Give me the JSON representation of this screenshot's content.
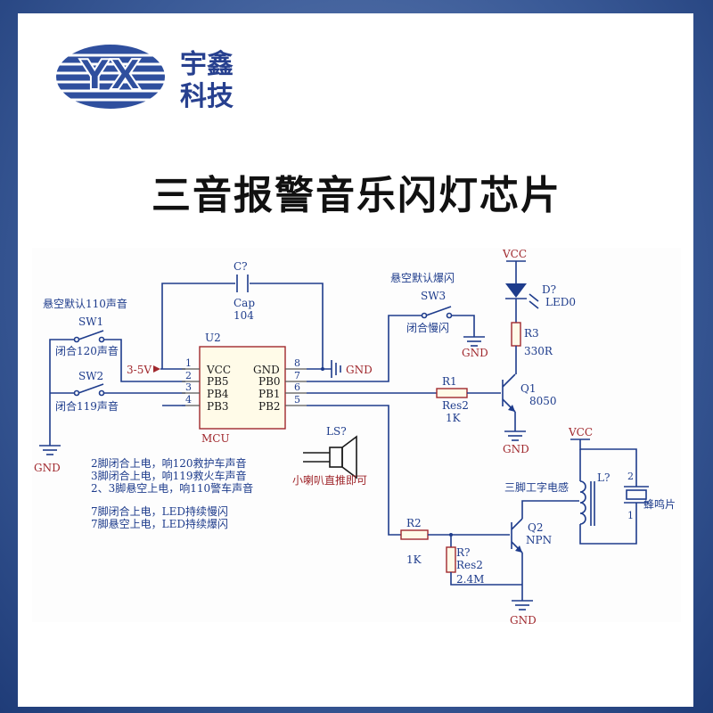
{
  "header": {
    "logo_letters": "YX",
    "brand_line1": "宇鑫",
    "brand_line2": "科技",
    "title": "三音报警音乐闪灯芯片"
  },
  "schematic": {
    "left_note": "悬空默认110声音",
    "sw1": {
      "ref": "SW1",
      "label": "闭合120声音"
    },
    "sw2": {
      "ref": "SW2",
      "label": "闭合119声音"
    },
    "sw3": {
      "ref": "SW3",
      "label": "闭合慢闪",
      "note": "悬空默认爆闪"
    },
    "supply_label": "3-5V",
    "cap": {
      "ref": "C?",
      "type": "Cap",
      "value": "104"
    },
    "mcu": {
      "ref": "U2",
      "name": "MCU",
      "left_pins": [
        {
          "num": "1",
          "name": "VCC"
        },
        {
          "num": "2",
          "name": "PB5"
        },
        {
          "num": "3",
          "name": "PB4"
        },
        {
          "num": "4",
          "name": "PB3"
        }
      ],
      "right_pins": [
        {
          "num": "8",
          "name": "GND"
        },
        {
          "num": "7",
          "name": "PB0"
        },
        {
          "num": "6",
          "name": "PB1"
        },
        {
          "num": "5",
          "name": "PB2"
        }
      ]
    },
    "gnd_label": "GND",
    "vcc_label": "VCC",
    "led": {
      "ref": "D?",
      "value": "LED0"
    },
    "r3": {
      "ref": "R3",
      "value": "330R"
    },
    "r1": {
      "ref": "R1",
      "type": "Res2",
      "value": "1K"
    },
    "q1": {
      "ref": "Q1",
      "value": "8050"
    },
    "speaker": {
      "ref": "LS?",
      "note": "小喇叭直推即可"
    },
    "r2": {
      "ref": "R2",
      "value": "1K"
    },
    "r_bias": {
      "ref": "R?",
      "type": "Res2",
      "value": "2.4M"
    },
    "q2": {
      "ref": "Q2",
      "value": "NPN"
    },
    "inductor": {
      "ref": "L?",
      "note": "三脚工字电感"
    },
    "buzzer": {
      "label": "蜂鸣片",
      "pin1": "1",
      "pin2": "2"
    },
    "notes": [
      "2脚闭合上电，响120救护车声音",
      "3脚闭合上电，响119救火车声音",
      "2、3脚悬空上电，响110警车声音",
      "7脚闭合上电，LED持续慢闪",
      "7脚悬空上电，LED持续爆闪"
    ]
  }
}
